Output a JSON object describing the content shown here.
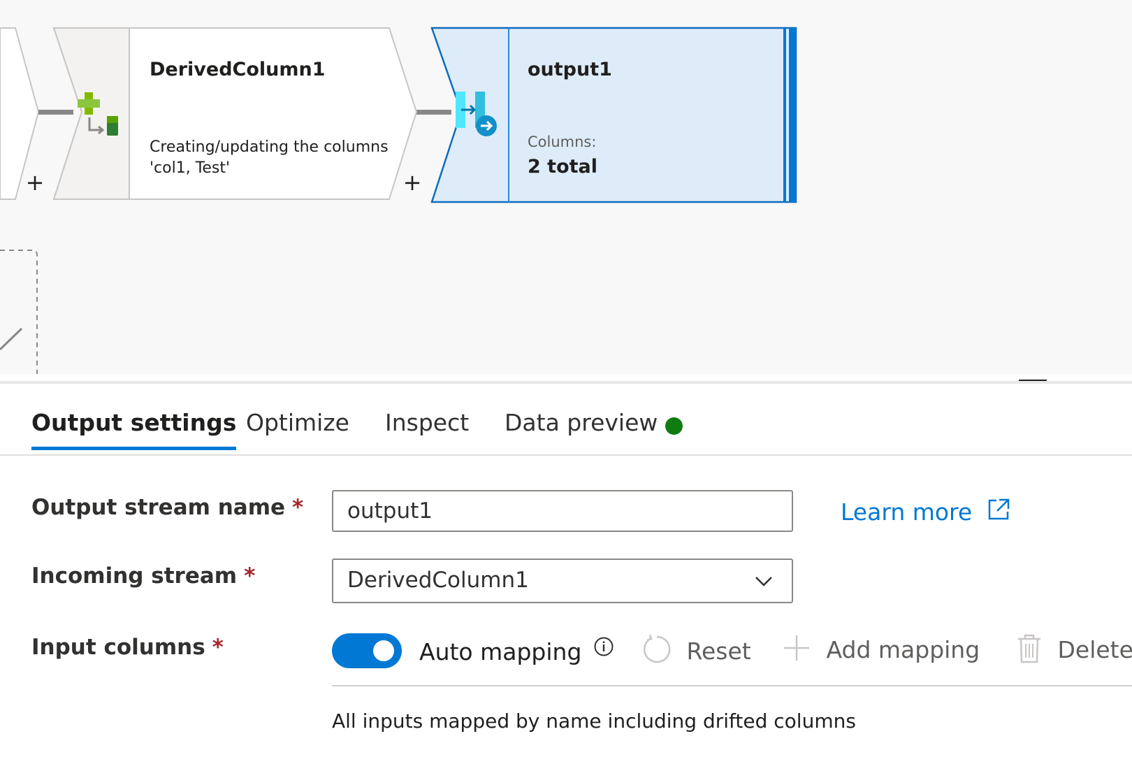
{
  "canvas": {
    "nodes": [
      {
        "title": "DerivedColumn1",
        "description": "Creating/updating the columns 'col1, Test'",
        "icon": "derived-column-icon"
      },
      {
        "title": "output1",
        "sublabel": "Columns:",
        "value": "2 total",
        "icon": "sink-icon"
      }
    ],
    "add_symbol": "+"
  },
  "panel": {
    "tabs": [
      {
        "label": "Output settings",
        "active": true
      },
      {
        "label": "Optimize",
        "active": false
      },
      {
        "label": "Inspect",
        "active": false
      },
      {
        "label": "Data preview",
        "active": false
      }
    ],
    "data_preview_status_color": "#107c10",
    "fields": {
      "output_stream": {
        "label": "Output stream name",
        "value": "output1"
      },
      "incoming_stream": {
        "label": "Incoming stream",
        "value": "DerivedColumn1"
      },
      "input_columns": {
        "label": "Input columns"
      }
    },
    "required_marker": "*",
    "learn_more": "Learn more",
    "auto_mapping": {
      "label": "Auto mapping",
      "enabled": true
    },
    "toolbar": {
      "reset": "Reset",
      "add_mapping": "Add mapping",
      "delete": "Delete"
    },
    "info_text": "All inputs mapped by name including drifted columns"
  },
  "colors": {
    "accent": "#0078d4",
    "selected_node_fill": "#deecf9",
    "required": "#a4262c"
  }
}
